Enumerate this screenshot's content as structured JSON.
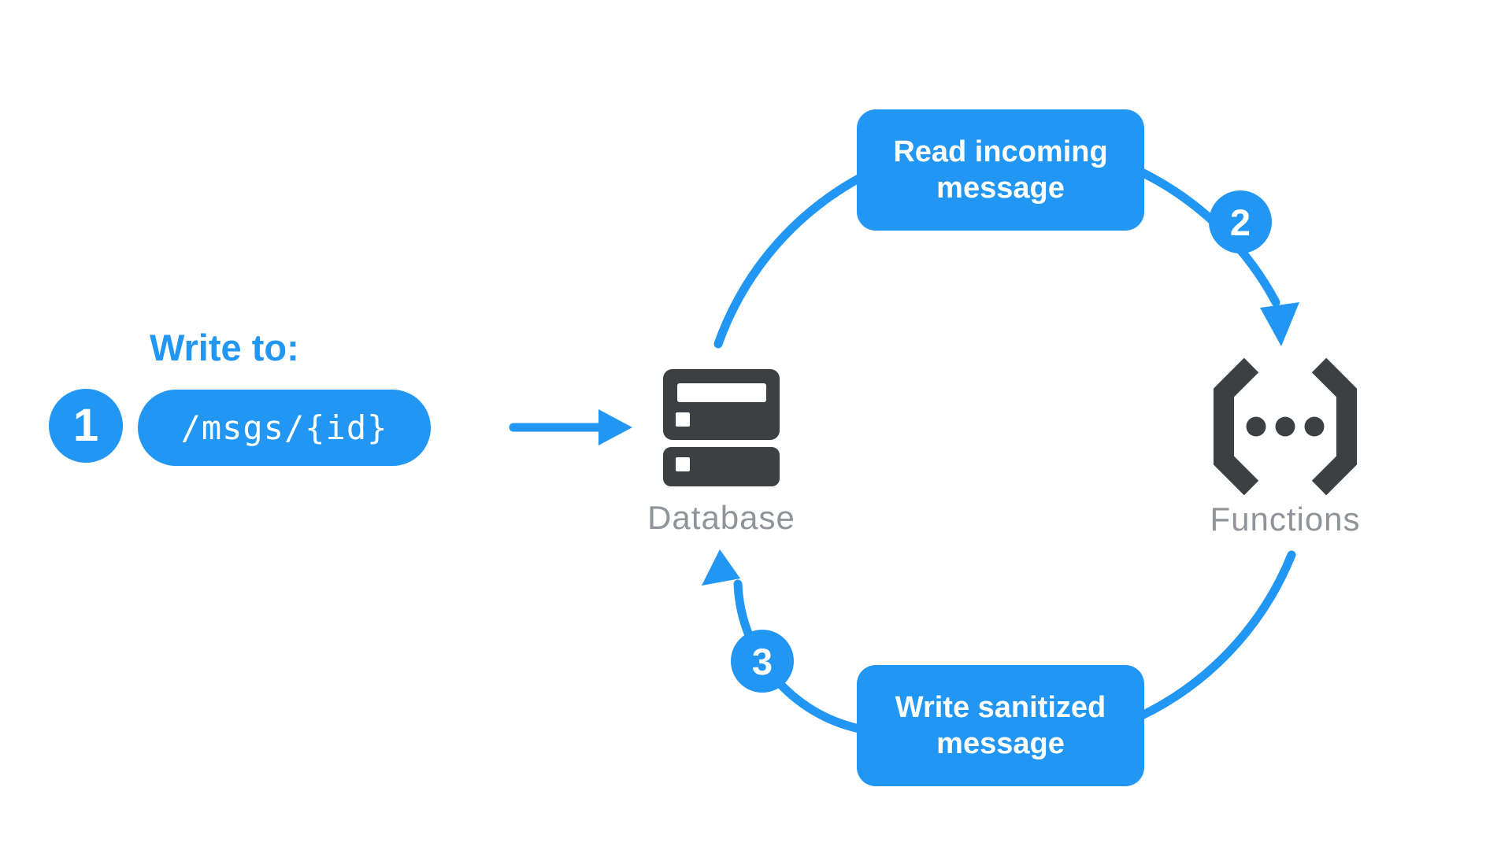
{
  "palette": {
    "accent_blue": "#2196F3",
    "icon_dark": "#3C4043",
    "label_gray": "#8f949a",
    "box_text_white": "#FFFFFF"
  },
  "step1": {
    "badge": "1",
    "title": "Write to:",
    "path": "/msgs/{id}"
  },
  "flow": {
    "read_step": {
      "badge": "2",
      "label": "Read incoming message"
    },
    "write_step": {
      "badge": "3",
      "label": "Write sanitized message"
    }
  },
  "nodes": {
    "database": {
      "label": "Database"
    },
    "functions": {
      "label": "Functions"
    }
  }
}
